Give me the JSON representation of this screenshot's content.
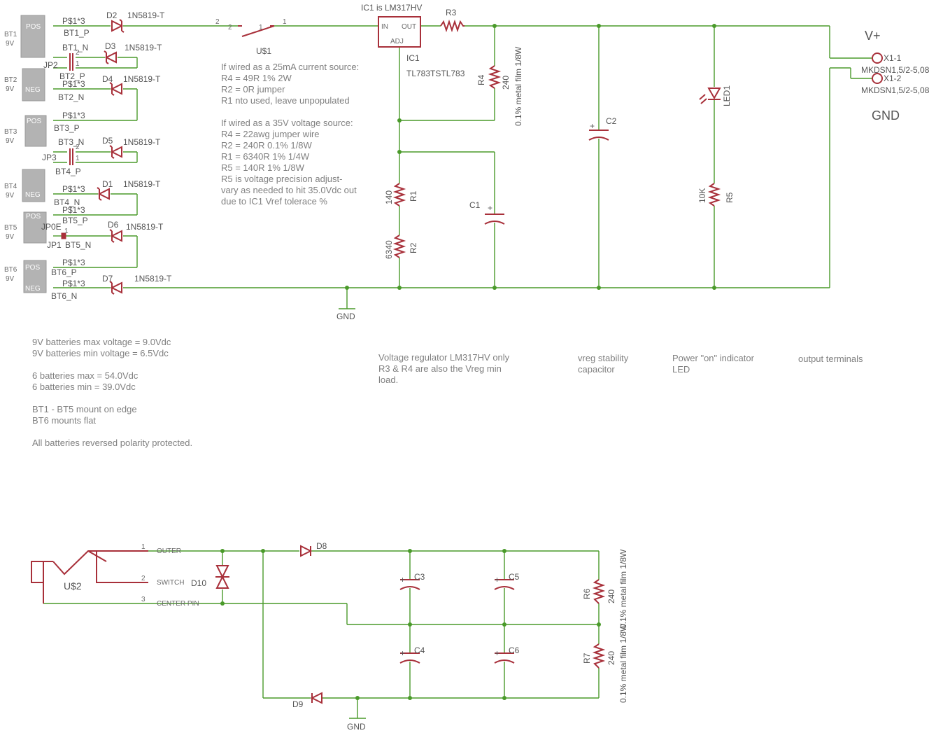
{
  "batteries": [
    {
      "name": "BT1",
      "volt": "9V",
      "terms": [
        "POS"
      ]
    },
    {
      "name": "BT2",
      "volt": "9V",
      "terms": [
        "NEG"
      ]
    },
    {
      "name": "BT3",
      "volt": "9V",
      "terms": [
        "POS"
      ]
    },
    {
      "name": "BT4",
      "volt": "9V",
      "terms": [
        "NEG"
      ]
    },
    {
      "name": "BT5",
      "volt": "9V",
      "terms": [
        "POS"
      ]
    },
    {
      "name": "BT6",
      "volt": "9V",
      "terms": [
        "POS",
        "NEG"
      ]
    }
  ],
  "pads": [
    "BT1_P",
    "BT1_N",
    "BT2_P",
    "BT2_N",
    "BT3_P",
    "BT3_N",
    "BT4_P",
    "BT4_N",
    "BT5_P",
    "BT5_N",
    "BT6_P",
    "BT6_N"
  ],
  "pad_pins": {
    "default": "P$1*3"
  },
  "jumpers": [
    {
      "name": "JP2",
      "pin_top": "2",
      "pin_bottom": "1"
    },
    {
      "name": "JP3",
      "pin_top": "2",
      "pin_bottom": "1"
    },
    {
      "name": "JP1",
      "alt": "JP0E",
      "pin": "1"
    }
  ],
  "diodes": [
    {
      "ref": "D2",
      "value": "1N5819-T"
    },
    {
      "ref": "D3",
      "value": "1N5819-T"
    },
    {
      "ref": "D4",
      "value": "1N5819-T"
    },
    {
      "ref": "D5",
      "value": "1N5819-T"
    },
    {
      "ref": "D1",
      "value": "1N5819-T"
    },
    {
      "ref": "D6",
      "value": "1N5819-T"
    },
    {
      "ref": "D7",
      "value": "1N5819-T"
    }
  ],
  "switch": {
    "ref": "U$1",
    "pin_left": "2",
    "pin_right": "1"
  },
  "regulator": {
    "title": "IC1 is LM317HV",
    "ref": "IC1",
    "part": "TL783TSTL783",
    "in": "IN",
    "out": "OUT",
    "adj": "ADJ"
  },
  "resistors": {
    "R3": {
      "ref": "R3"
    },
    "R4": {
      "ref": "R4",
      "value": "240",
      "note": "0.1% metal film 1/8W"
    },
    "R1": {
      "ref": "R1",
      "value": "140"
    },
    "R2": {
      "ref": "R2",
      "value": "6340"
    },
    "R5": {
      "ref": "R5",
      "value": "10K"
    },
    "R6": {
      "ref": "R6",
      "value": "240",
      "note": "0.1% metal film 1/8W"
    },
    "R7": {
      "ref": "R7",
      "value": "240",
      "note": "0.1% metal film 1/8W"
    }
  },
  "caps": {
    "C1": "C1",
    "C2": "C2",
    "C3": "C3",
    "C4": "C4",
    "C5": "C5",
    "C6": "C6"
  },
  "led": {
    "ref": "LED1"
  },
  "connector": {
    "vplus": "V+",
    "gnd": "GND",
    "pins": [
      {
        "ref": "X1-1",
        "part": "MKDSN1,5/2-5,08"
      },
      {
        "ref": "X1-2",
        "part": "MKDSN1,5/2-5,08"
      }
    ]
  },
  "gnd_label": "GND",
  "notes": {
    "current_source": [
      "If wired as a 25mA current source:",
      "R4 = 49R 1% 2W",
      "R2 = 0R jumper",
      "R1 nto used, leave unpopulated"
    ],
    "voltage_source": [
      "If wired as a 35V voltage source:",
      "R4 = 22awg jumper wire",
      "R2 = 240R 0.1% 1/8W",
      "R1 = 6340R 1% 1/4W",
      "R5 = 140R 1% 1/8W",
      "R5 is voltage precision adjust-",
      "vary as needed to hit 35.0Vdc out",
      "due to IC1 Vref tolerace %"
    ],
    "batteries": [
      "9V batteries max voltage = 9.0Vdc",
      "9V batteries min voltage = 6.5Vdc",
      "",
      "6 batteries max = 54.0Vdc",
      "6 batteries min = 39.0Vdc",
      "",
      "BT1 - BT5 mount on edge",
      "BT6 mounts flat",
      "",
      "All batteries reversed polarity protected."
    ],
    "regulator": [
      "Voltage regulator LM317HV only",
      " R3 & R4 are also the Vreg min",
      "load."
    ],
    "vreg_cap": [
      "vreg stability",
      "capacitor"
    ],
    "power_led": [
      "Power \"on\" indicator",
      "LED"
    ],
    "output": [
      "output terminals"
    ]
  },
  "jack": {
    "ref": "U$2",
    "pins": [
      {
        "num": "1",
        "name": "OUTER"
      },
      {
        "num": "2",
        "name": "SWITCH"
      },
      {
        "num": "3",
        "name": "CENTER PIN"
      }
    ]
  },
  "bottom_diodes": {
    "D8": "D8",
    "D9": "D9",
    "D10": "D10"
  }
}
